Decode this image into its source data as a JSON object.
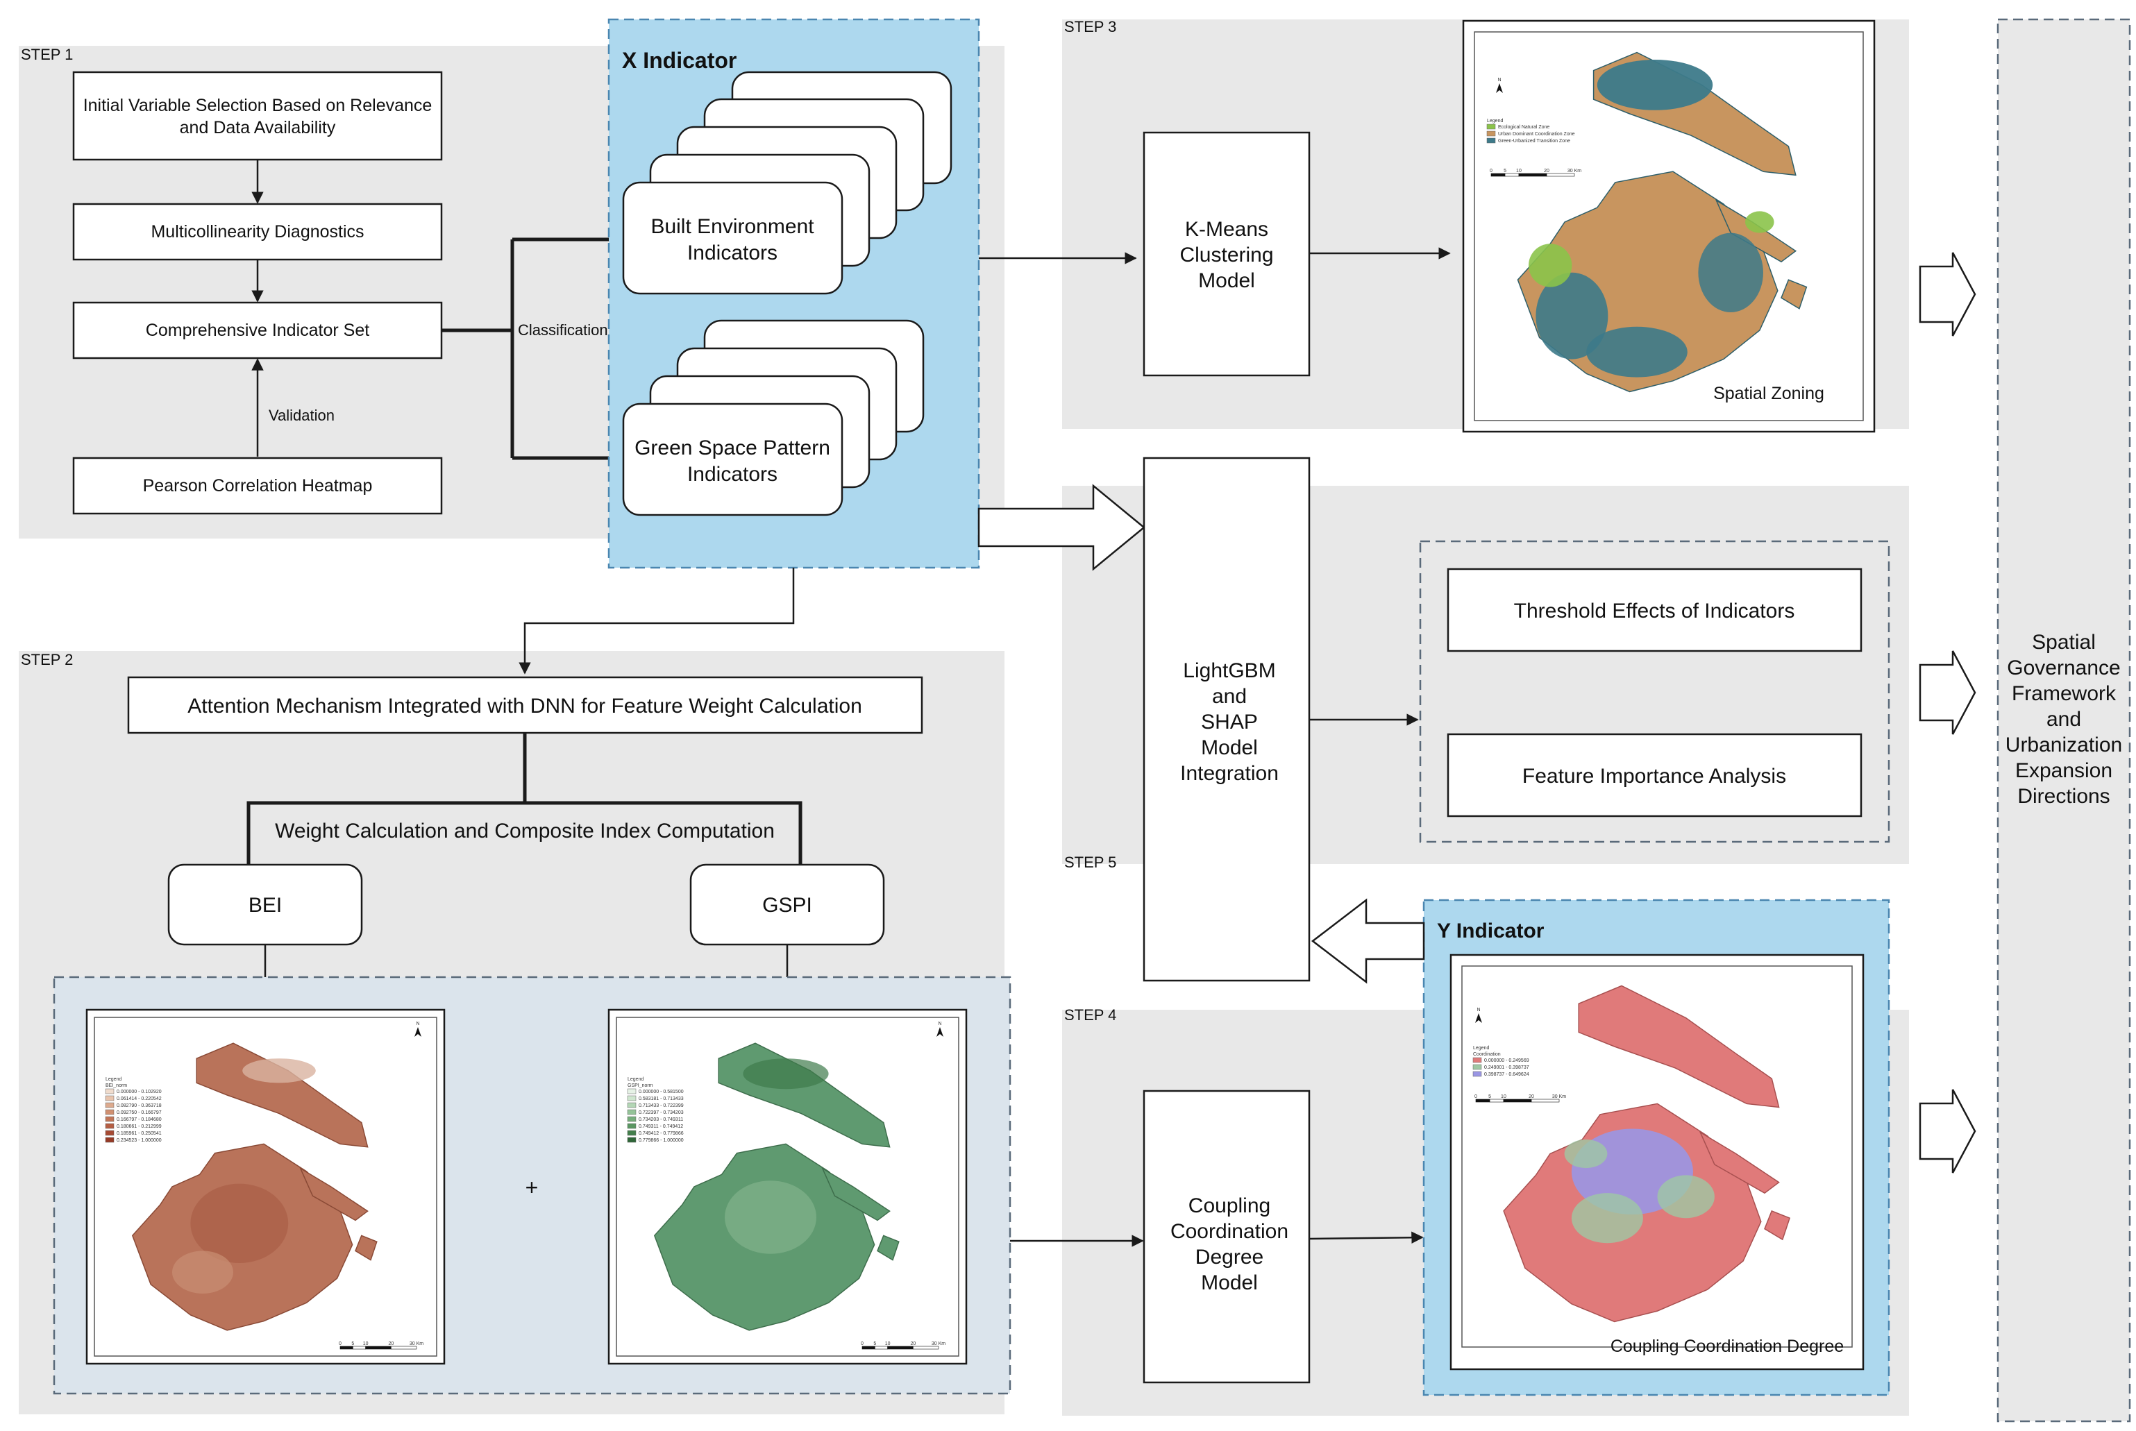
{
  "steps": {
    "step1": "STEP 1",
    "step2": "STEP 2",
    "step3": "STEP 3",
    "step4": "STEP 4",
    "step5": "STEP 5"
  },
  "step1_boxes": {
    "initial_selection": [
      "Initial Variable Selection Based on Relevance",
      "and Data Availability"
    ],
    "multicollinearity": "Multicollinearity Diagnostics",
    "comprehensive_set": "Comprehensive Indicator Set",
    "pearson": "Pearson Correlation Heatmap",
    "validation_label": "Validation",
    "classification_label": "Classification"
  },
  "x_indicator": {
    "title": "X Indicator",
    "built_environment": [
      "Built Environment",
      "Indicators"
    ],
    "green_space": [
      "Green Space Pattern",
      "Indicators"
    ]
  },
  "step2": {
    "attention": "Attention Mechanism Integrated with DNN for Feature Weight Calculation",
    "weight_calc": "Weight Calculation and Composite Index Computation",
    "bei": "BEI",
    "gspi": "GSPI",
    "plus": "+"
  },
  "step3": {
    "kmeans": [
      "K-Means",
      "Clustering",
      "Model"
    ],
    "zoning_caption": "Spatial Zoning"
  },
  "step5": {
    "lightgbm": [
      "LightGBM",
      "and",
      "SHAP",
      "Model",
      "Integration"
    ],
    "threshold": "Threshold Effects of Indicators",
    "importance": "Feature Importance Analysis"
  },
  "step4": {
    "coupling_model": [
      "Coupling",
      "Coordination",
      "Degree",
      "Model"
    ]
  },
  "y_indicator": {
    "title": "Y Indicator",
    "caption": "Coupling Coordination Degree"
  },
  "final": [
    "Spatial",
    "Governance",
    "Framework",
    "and",
    "Urbanization",
    "Expansion",
    "Directions"
  ],
  "maps": {
    "bei": {
      "color": "#b9735a",
      "legend_title": [
        "Legend",
        "BEI_norm"
      ],
      "legend_colors": [
        "#f0dccd",
        "#e8c4ad",
        "#dcaa8e",
        "#d09071",
        "#c27658",
        "#b55e43",
        "#a64a33",
        "#963a26"
      ],
      "legend_items": [
        "0.000000 - 0.102920",
        "0.061414 - 0.220542",
        "0.082790 - 0.363718",
        "0.092750 - 0.166797",
        "0.166797 - 0.184680",
        "0.180661 - 0.212999",
        "0.185961 - 0.250541",
        "0.234523 - 1.000000"
      ]
    },
    "gspi": {
      "color": "#5f9a70",
      "legend_title": [
        "Legend",
        "GSPI_norm"
      ],
      "legend_colors": [
        "#e6f2e6",
        "#cfe6cf",
        "#b3d6b5",
        "#94c398",
        "#76ae7c",
        "#5a9762",
        "#437f4c",
        "#2f6638"
      ],
      "legend_items": [
        "0.000000 - 0.581500",
        "0.583181 - 0.713433",
        "0.713433 - 0.722399",
        "0.722397 - 0.734203",
        "0.734203 - 0.749311",
        "0.749311 - 0.749412",
        "0.749412 - 0.779866",
        "0.779866 - 1.000000"
      ]
    },
    "zoning": {
      "legend_title": [
        "Legend"
      ],
      "legend_colors": [
        "#8bc34a",
        "#c8955f",
        "#3d7a8a"
      ],
      "legend_items": [
        "Ecological Natural Zone",
        "Urban Dominant Coordination Zone",
        "Green-Urbanized Transition Zone"
      ]
    },
    "coupling": {
      "legend_title": [
        "Legend",
        "Coordination"
      ],
      "legend_colors": [
        "#e07a7a",
        "#9fc8a4",
        "#9a96e4"
      ],
      "legend_items": [
        "0.000000 - 0.249569",
        "0.249001 - 0.398737",
        "0.398737 - 0.649624"
      ]
    },
    "north": "N",
    "scale_labels": [
      "0",
      "5",
      "10",
      "20",
      "30 Km"
    ]
  }
}
